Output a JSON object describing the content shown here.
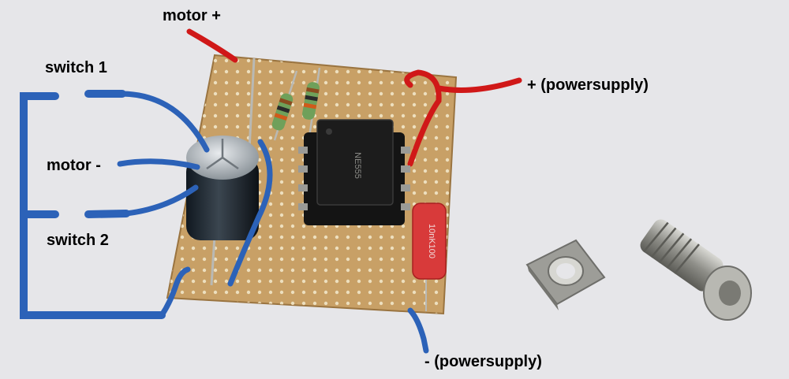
{
  "labels": {
    "motor_plus": "motor +",
    "switch_1": "switch 1",
    "motor_minus": "motor -",
    "switch_2": "switch 2",
    "power_plus": "+ (powersupply)",
    "power_minus": "- (powersupply)"
  },
  "components": {
    "chip_marking": "NE555",
    "capacitor_marking": "10nK100"
  },
  "colors": {
    "background": "#e6e6e9",
    "board": "#c8a066",
    "wire_blue": "#2c62b8",
    "wire_red": "#d01818",
    "chip": "#1c1c1c",
    "ceramic_cap": "#d83a3a",
    "metal": "#a8a8a4"
  }
}
